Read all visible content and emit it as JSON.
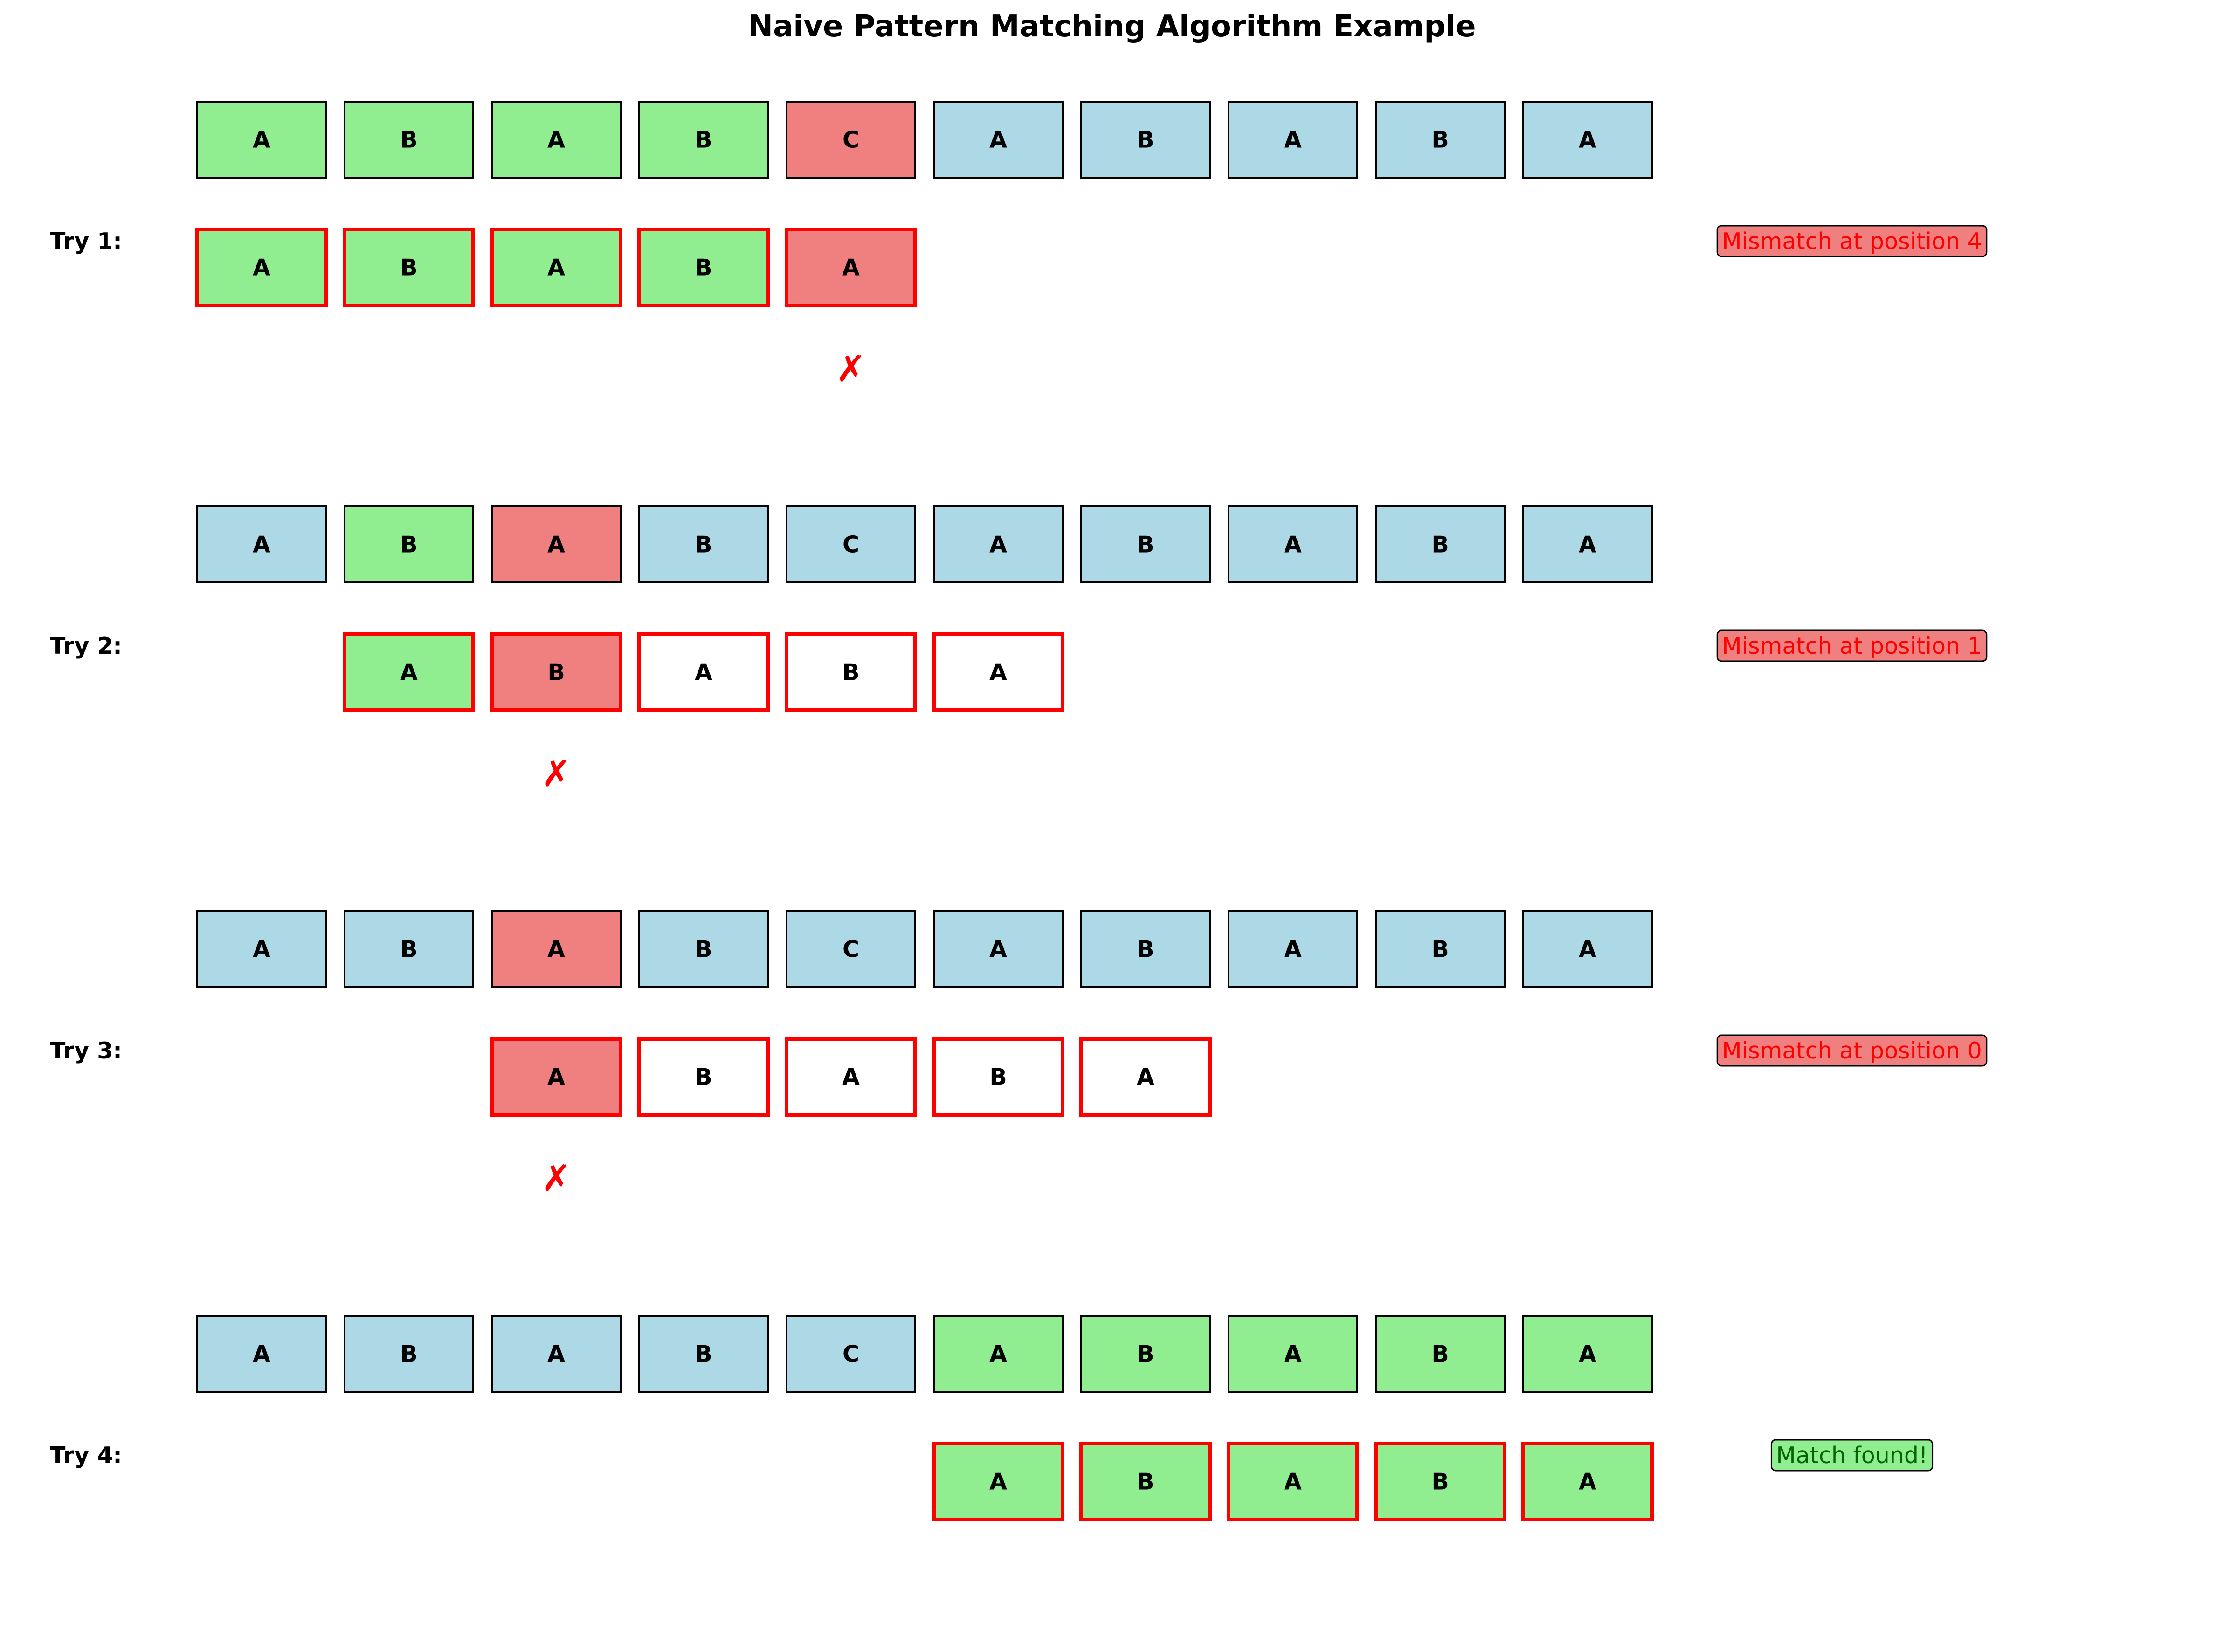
{
  "title": "Naive Pattern Matching Algorithm Example",
  "colors": {
    "unmatched": "#add8e6",
    "match": "#90ee90",
    "mismatch": "#f08080",
    "empty": "#ffffff",
    "pattern_border": "#ff0000",
    "cross": "#ff0000",
    "mismatch_text": "#ff0000",
    "match_text": "#006400"
  },
  "cross_symbol": "✗",
  "text": [
    "A",
    "B",
    "A",
    "B",
    "C",
    "A",
    "B",
    "A",
    "B",
    "A"
  ],
  "pattern": [
    "A",
    "B",
    "A",
    "B",
    "A"
  ],
  "tries": [
    {
      "label": "Try 1:",
      "offset": 0,
      "text_states": [
        "match",
        "match",
        "match",
        "match",
        "mismatch",
        "unmatched",
        "unmatched",
        "unmatched",
        "unmatched",
        "unmatched"
      ],
      "pattern_states": [
        "match",
        "match",
        "match",
        "match",
        "mismatch"
      ],
      "mismatch_index": 4,
      "status": "Mismatch at position 4",
      "status_type": "mismatch"
    },
    {
      "label": "Try 2:",
      "offset": 1,
      "text_states": [
        "unmatched",
        "match",
        "mismatch",
        "unmatched",
        "unmatched",
        "unmatched",
        "unmatched",
        "unmatched",
        "unmatched",
        "unmatched"
      ],
      "pattern_states": [
        "match",
        "mismatch",
        "empty",
        "empty",
        "empty"
      ],
      "mismatch_index": 2,
      "status": "Mismatch at position 1",
      "status_type": "mismatch"
    },
    {
      "label": "Try 3:",
      "offset": 2,
      "text_states": [
        "unmatched",
        "unmatched",
        "mismatch",
        "unmatched",
        "unmatched",
        "unmatched",
        "unmatched",
        "unmatched",
        "unmatched",
        "unmatched"
      ],
      "pattern_states": [
        "mismatch",
        "empty",
        "empty",
        "empty",
        "empty"
      ],
      "mismatch_index": 2,
      "status": "Mismatch at position 0",
      "status_type": "mismatch"
    },
    {
      "label": "Try 4:",
      "offset": 5,
      "text_states": [
        "unmatched",
        "unmatched",
        "unmatched",
        "unmatched",
        "unmatched",
        "match",
        "match",
        "match",
        "match",
        "match"
      ],
      "pattern_states": [
        "match",
        "match",
        "match",
        "match",
        "match"
      ],
      "mismatch_index": null,
      "status": "Match found!",
      "status_type": "match"
    }
  ]
}
